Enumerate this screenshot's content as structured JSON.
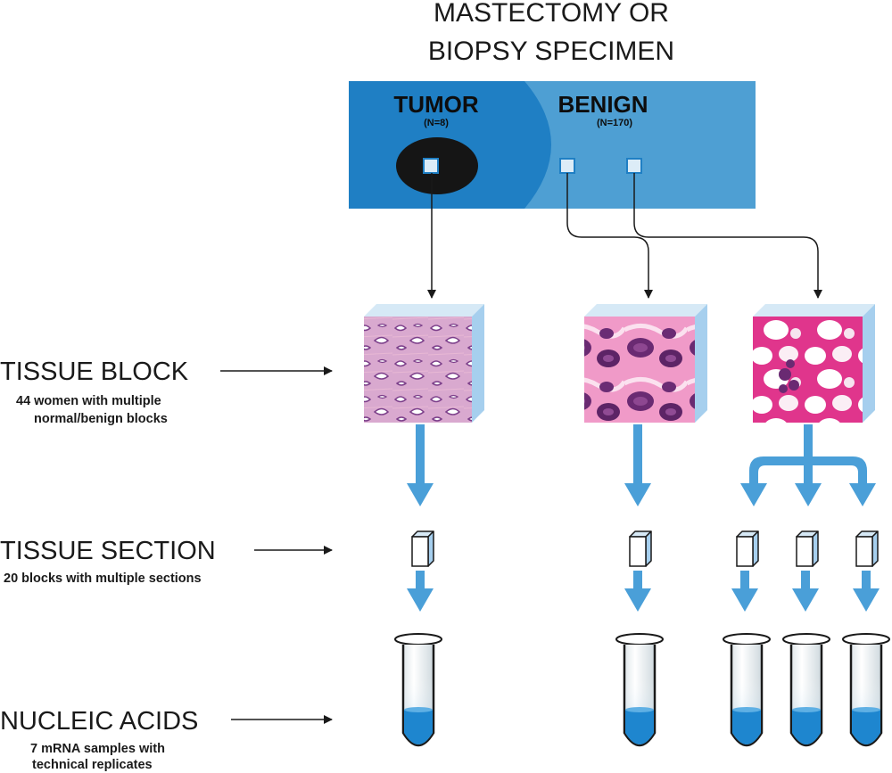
{
  "title": {
    "line1": "MASTECTOMY OR",
    "line2": "BIOPSY SPECIMEN"
  },
  "groups": {
    "tumor": {
      "label": "TUMOR",
      "n": "(N=8)"
    },
    "benign": {
      "label": "BENIGN",
      "n": "(N=170)"
    }
  },
  "stages": {
    "block": {
      "label": "TISSUE BLOCK",
      "note1": "44 women with multiple",
      "note2": "normal/benign blocks"
    },
    "section": {
      "label": "TISSUE SECTION",
      "note1": "20 blocks with multiple sections"
    },
    "nucleic": {
      "label": "NUCLEIC ACIDS",
      "note1": "7 mRNA samples with",
      "note2": "technical replicates"
    }
  },
  "colors": {
    "panel_dark": "#1f7fc4",
    "panel_light": "#4e9fd3",
    "arrow_blue": "#4a9fd8",
    "liquid": "#1e86cf",
    "tumor_oval": "#151515"
  }
}
